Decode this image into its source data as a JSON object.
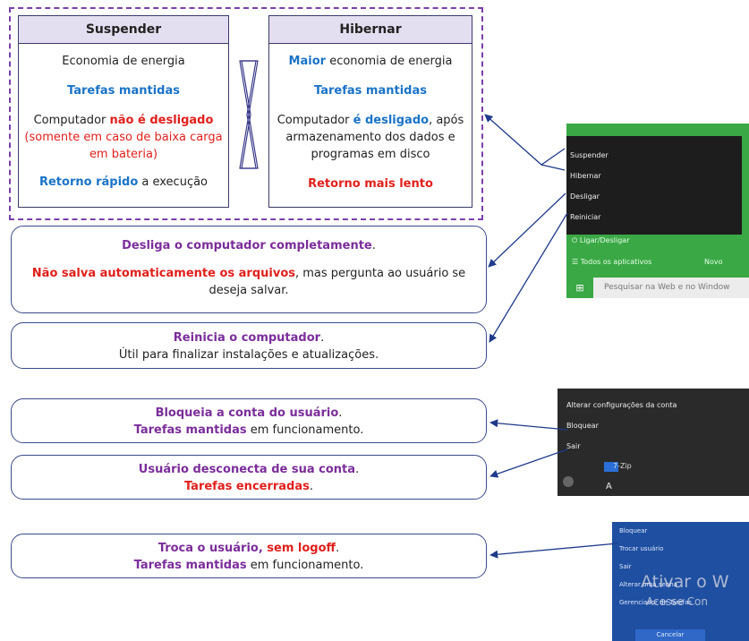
{
  "suspender": {
    "title": "Suspender",
    "line1": "Economia de energia",
    "line2": "Tarefas mantidas",
    "line3a": "Computador ",
    "line3b": "não é desligado",
    "line3c": " (somente em caso de baixa carga em bateria)",
    "line4a": "Retorno rápido",
    "line4b": " a execução"
  },
  "hibernar": {
    "title": "Hibernar",
    "line1a": "Maior",
    "line1b": " economia de energia",
    "line2": "Tarefas mantidas",
    "line3a": "Computador ",
    "line3b": "é desligado",
    "line3c": ", após armazenamento dos dados e programas em disco",
    "line4": "Retorno mais lento"
  },
  "desligar_box": {
    "line1a": "Desliga o computador completamente",
    "line1b": ".",
    "line2a": "Não salva automaticamente os arquivos",
    "line2b": ", mas pergunta ao usuário se deseja salvar."
  },
  "reiniciar_box": {
    "line1a": "Reinicia o computador",
    "line1b": ".",
    "line2": "Útil para finalizar instalações e atualizações."
  },
  "bloquear_box": {
    "line1a": "Bloqueia a conta do usuário",
    "line1b": ".",
    "line2a": "Tarefas mantidas",
    "line2b": " em funcionamento."
  },
  "sair_box": {
    "line1a": "Usuário desconecta de sua conta",
    "line1b": ".",
    "line2": "Tarefas encerradas",
    "line2b": "."
  },
  "trocar_box": {
    "line1a": "Troca o usuário, ",
    "line1b": "sem logoff",
    "line1c": ".",
    "line2a": "Tarefas mantidas",
    "line2b": " em funcionamento."
  },
  "power_menu": {
    "items": [
      "Suspender",
      "Hibernar",
      "Desligar",
      "Reiniciar"
    ],
    "power_label": "Ligar/Desligar",
    "all_apps": "Todos os aplicativos",
    "new": "Novo",
    "search": "Pesquisar na Web e no Window"
  },
  "account_menu": {
    "items": [
      "Alterar configurações da conta",
      "Bloquear",
      "Sair"
    ],
    "app": "7-Zip",
    "letter": "A"
  },
  "ctrl_menu": {
    "items": [
      "Bloquear",
      "Trocar usuário",
      "Sair",
      "Alterar uma senha",
      "Gerenciador de Tarefas"
    ],
    "cancel": "Cancelar",
    "watermark1": "Ativar o W",
    "watermark2": "Acesse Con"
  },
  "colors": {
    "green": "#3aa845",
    "navy": "#1f3a8a",
    "purple": "#7b2d9a"
  }
}
